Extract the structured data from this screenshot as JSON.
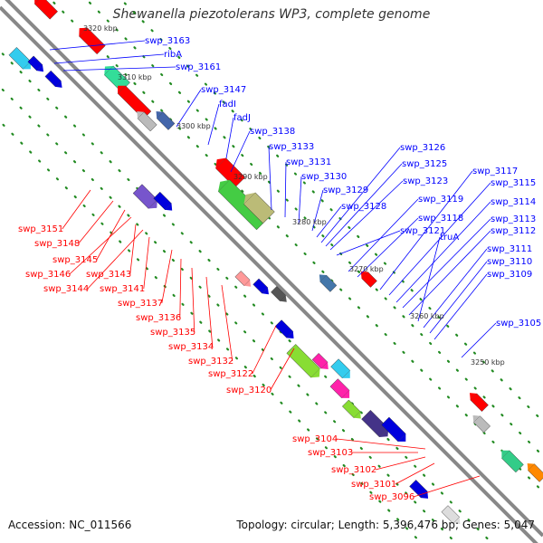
{
  "title": "Shewanella piezotolerans WP3, complete genome",
  "footer": {
    "accession": "Accession: NC_011566",
    "summary": "Topology: circular; Length: 5,396,476 bp; Genes: 5,047"
  },
  "colors": {
    "forward_label": "#0000ff",
    "reverse_label": "#ff0000",
    "backbone": "#888888",
    "tick": "#228b22"
  },
  "kbp_marks": [
    "3320 kbp",
    "3310 kbp",
    "3300 kbp",
    "3290 kbp",
    "3280 kbp",
    "3270 kbp",
    "3260 kbp",
    "3250 kbp"
  ],
  "forward_labels": [
    "swp_3163",
    "ribA",
    "swp_3161",
    "swp_3147",
    "fadI",
    "fadJ",
    "swp_3138",
    "swp_3133",
    "swp_3131",
    "swp_3130",
    "swp_3129",
    "swp_3128",
    "swp_3126",
    "swp_3125",
    "swp_3123",
    "swp_3121",
    "swp_3119",
    "swp_3118",
    "swp_3117",
    "swp_3115",
    "swp_3114",
    "swp_3113",
    "swp_3112",
    "truA",
    "swp_3111",
    "swp_3110",
    "swp_3109",
    "swp_3105"
  ],
  "reverse_labels": [
    "swp_3151",
    "swp_3148",
    "swp_3145",
    "swp_3146",
    "swp_3143",
    "swp_3144",
    "swp_3141",
    "swp_3137",
    "swp_3136",
    "swp_3135",
    "swp_3134",
    "swp_3132",
    "swp_3122",
    "swp_3120",
    "swp_3104",
    "swp_3103",
    "swp_3102",
    "swp_3101",
    "swp_3096"
  ]
}
